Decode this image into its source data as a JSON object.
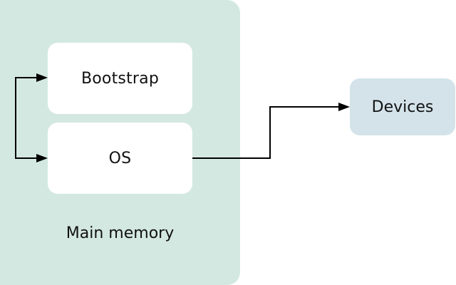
{
  "diagram": {
    "container": {
      "label": "Main memory",
      "color": "#d3e8e1"
    },
    "nodes": {
      "bootstrap": {
        "label": "Bootstrap",
        "color": "#ffffff"
      },
      "os": {
        "label": "OS",
        "color": "#ffffff"
      },
      "devices": {
        "label": "Devices",
        "color": "#d4e3ea"
      }
    },
    "edges": [
      {
        "from": "os",
        "to": "bootstrap",
        "bidirectional": true
      },
      {
        "from": "os",
        "to": "devices",
        "bidirectional": false
      }
    ]
  }
}
